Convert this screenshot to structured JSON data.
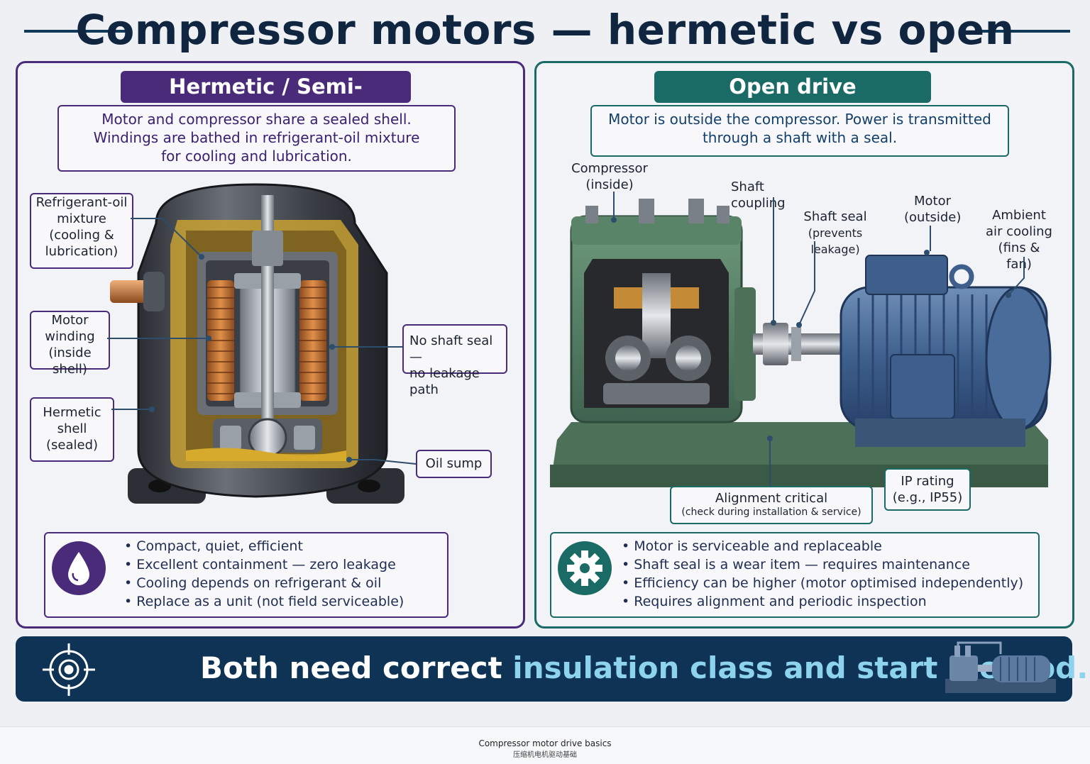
{
  "title": "Compressor motors — hermetic vs open",
  "colors": {
    "hermetic": "#4a2b7a",
    "open": "#1a6a66",
    "banner": "#0e3354",
    "highlight": "#8ed3ee"
  },
  "hermetic": {
    "header": "Hermetic / Semi-hermetic",
    "description": [
      "Motor and compressor share a sealed shell.",
      "Windings are bathed in refrigerant-oil mixture",
      "for cooling and lubrication."
    ],
    "labels": {
      "refrigerant_oil": [
        "Refrigerant-oil",
        "mixture",
        "(cooling &",
        "lubrication)"
      ],
      "motor_winding": [
        "Motor",
        "winding",
        "(inside shell)"
      ],
      "hermetic_shell": [
        "Hermetic",
        "shell",
        "(sealed)"
      ],
      "no_shaft_seal": [
        "No shaft seal —",
        "no leakage path"
      ],
      "oil_sump": "Oil sump"
    },
    "icon": "oil-drop-icon",
    "bullets": [
      "Compact, quiet, efficient",
      "Excellent containment — zero leakage",
      "Cooling depends on refrigerant & oil",
      "Replace as a unit (not field serviceable)"
    ]
  },
  "open": {
    "header": "Open drive",
    "description": [
      "Motor is outside the compressor. Power is transmitted",
      "through a shaft with a seal."
    ],
    "labels": {
      "compressor": [
        "Compressor",
        "(inside)"
      ],
      "shaft_coupling": "Shaft coupling",
      "shaft_seal": [
        "Shaft seal",
        "(prevents leakage)"
      ],
      "motor": [
        "Motor",
        "(outside)"
      ],
      "ambient": [
        "Ambient",
        "air cooling",
        "(fins & fan)"
      ],
      "alignment": [
        "Alignment critical",
        "(check during installation & service)"
      ],
      "ip_rating": [
        "IP rating",
        "(e.g., IP55)"
      ]
    },
    "icon": "gear-icon",
    "bullets": [
      "Motor is serviceable and replaceable",
      "Shaft seal is a wear item — requires maintenance",
      "Efficiency can be higher (motor optimised independently)",
      "Requires alignment and periodic inspection"
    ]
  },
  "banner": {
    "icon": "target-icon",
    "text_plain": "Both need correct ",
    "text_highlight": "insulation class and start method."
  },
  "footer": {
    "line1": "Compressor motor drive basics",
    "line2": "压缩机电机驱动基础"
  }
}
